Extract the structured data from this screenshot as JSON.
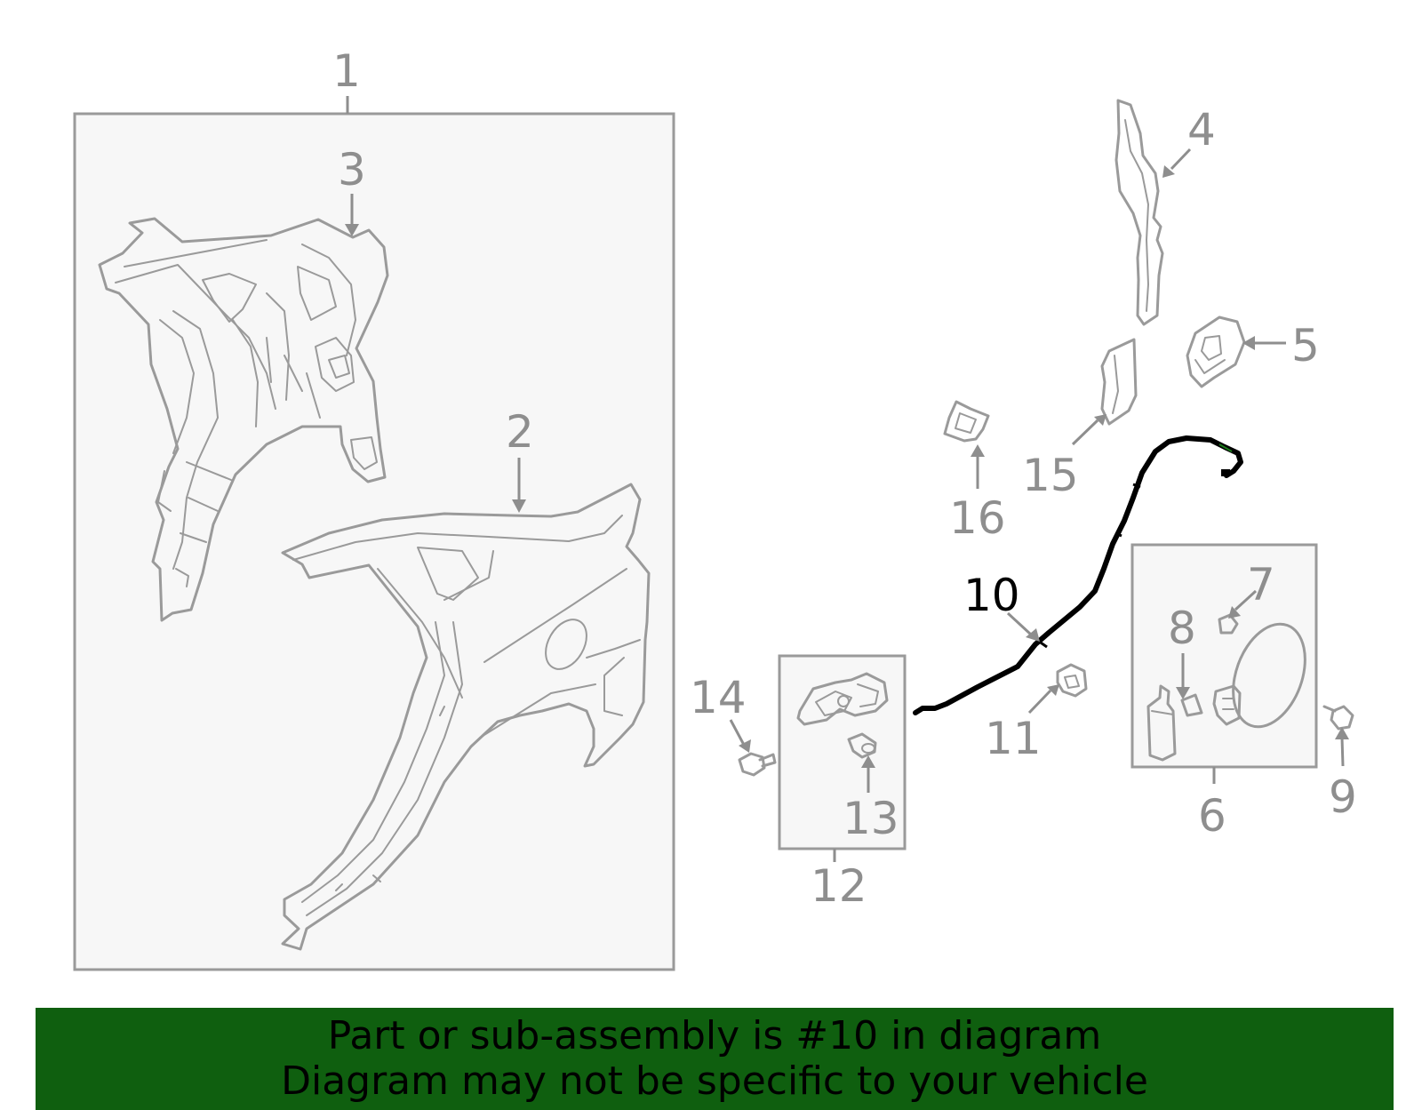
{
  "diagram": {
    "callouts": [
      {
        "num": "1"
      },
      {
        "num": "2"
      },
      {
        "num": "3"
      },
      {
        "num": "4"
      },
      {
        "num": "5"
      },
      {
        "num": "6"
      },
      {
        "num": "7"
      },
      {
        "num": "8"
      },
      {
        "num": "9"
      },
      {
        "num": "10"
      },
      {
        "num": "11"
      },
      {
        "num": "12"
      },
      {
        "num": "13"
      },
      {
        "num": "14"
      },
      {
        "num": "15"
      },
      {
        "num": "16"
      }
    ],
    "highlighted": "10",
    "colors": {
      "line": "#9a9a9a",
      "highlight": "#000000",
      "banner": "#0f5f0f",
      "box_fill": "#f7f7f7"
    }
  },
  "banner": {
    "line1": "Part or sub-assembly is #10 in diagram",
    "line2": "Diagram may not be specific to your vehicle"
  }
}
